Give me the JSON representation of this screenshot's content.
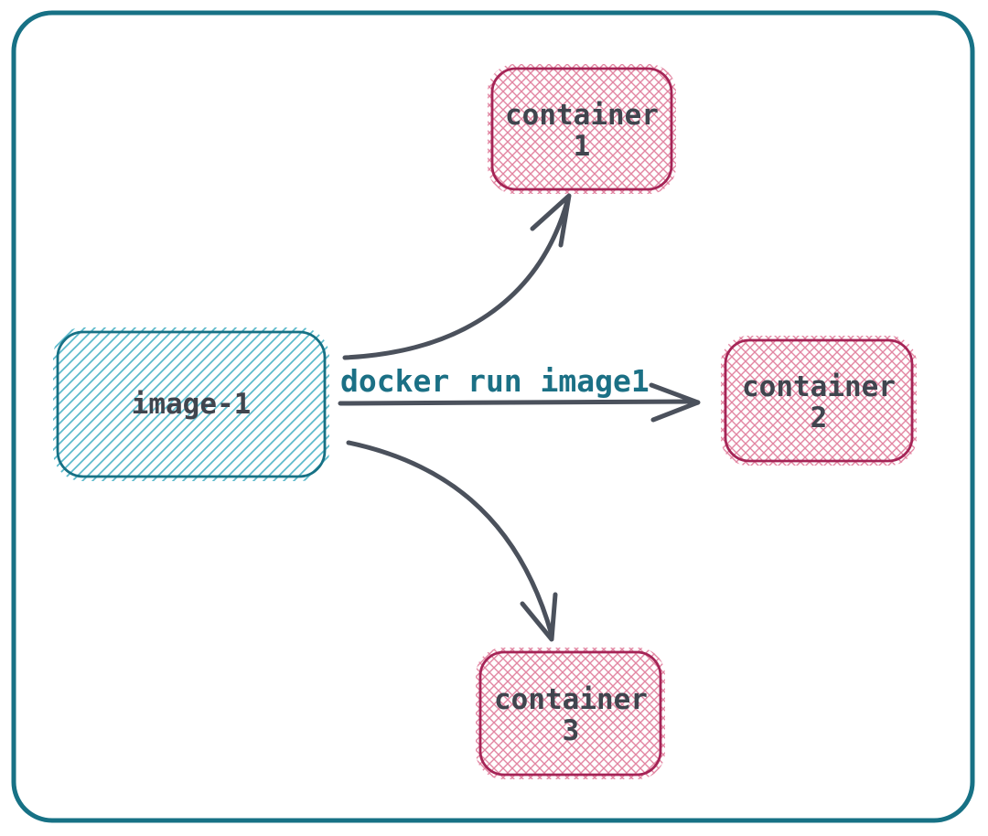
{
  "nodes": {
    "image": {
      "label": "image-1"
    },
    "container1": {
      "line1": "container",
      "line2": "1"
    },
    "container2": {
      "line1": "container",
      "line2": "2"
    },
    "container3": {
      "line1": "container",
      "line2": "3"
    }
  },
  "arrow_label": {
    "text": "docker run image1"
  },
  "colors": {
    "background": "#ffffff",
    "frame": "#177185",
    "image_border": "#177185",
    "image_hatch": "#5ab9cb",
    "container_border": "#a52456",
    "container_hatch": "#e286a2",
    "arrow": "#4b515c",
    "node_text": "#40454e",
    "arrow_label_text": "#1b7085"
  }
}
